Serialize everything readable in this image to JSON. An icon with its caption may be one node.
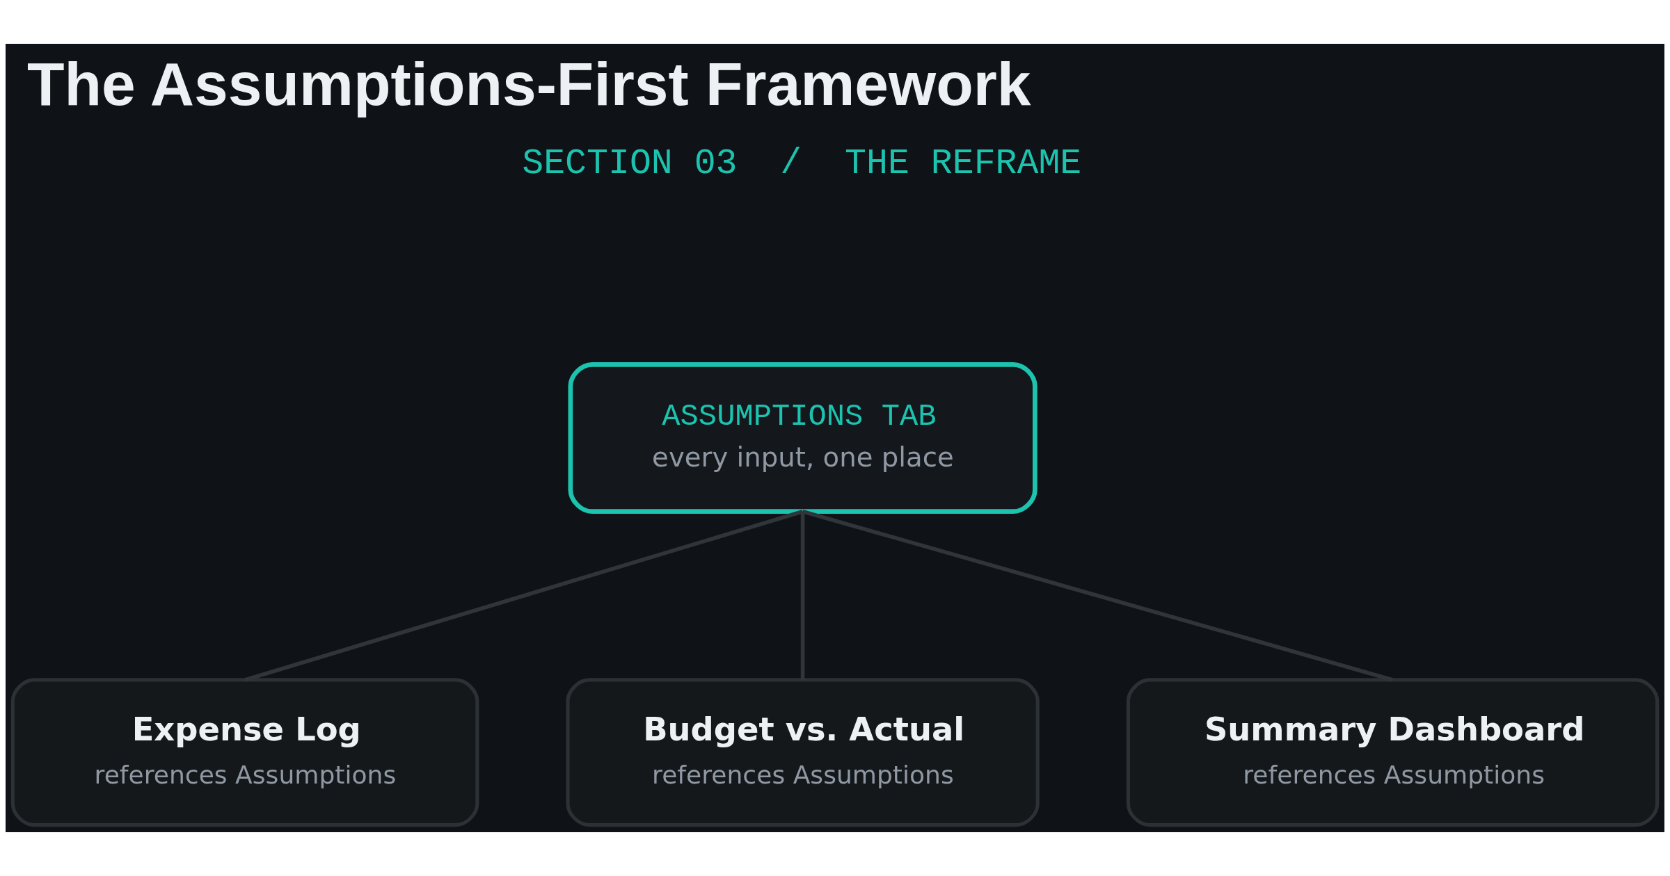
{
  "diagram": {
    "title": "The Assumptions-First Framework",
    "nodes": [
      {
        "text": [
          "ASSUMPTIONS TAB",
          "every input, one place"
        ]
      },
      {
        "text": [
          "Expense Log",
          "references Assumptions"
        ]
      },
      {
        "text": [
          "Budget vs. Actual",
          "references Assumptions"
        ]
      },
      {
        "text": [
          "Summary Dashboard",
          "references Assumptions"
        ]
      }
    ],
    "edges": [
      {
        "from": 0,
        "to": 1,
        "arrow": "none"
      },
      {
        "from": 0,
        "to": 2,
        "arrow": "none"
      },
      {
        "from": 0,
        "to": 3,
        "arrow": "none"
      }
    ],
    "labels": [
      "SECTION 03  /  THE REFRAME"
    ]
  }
}
